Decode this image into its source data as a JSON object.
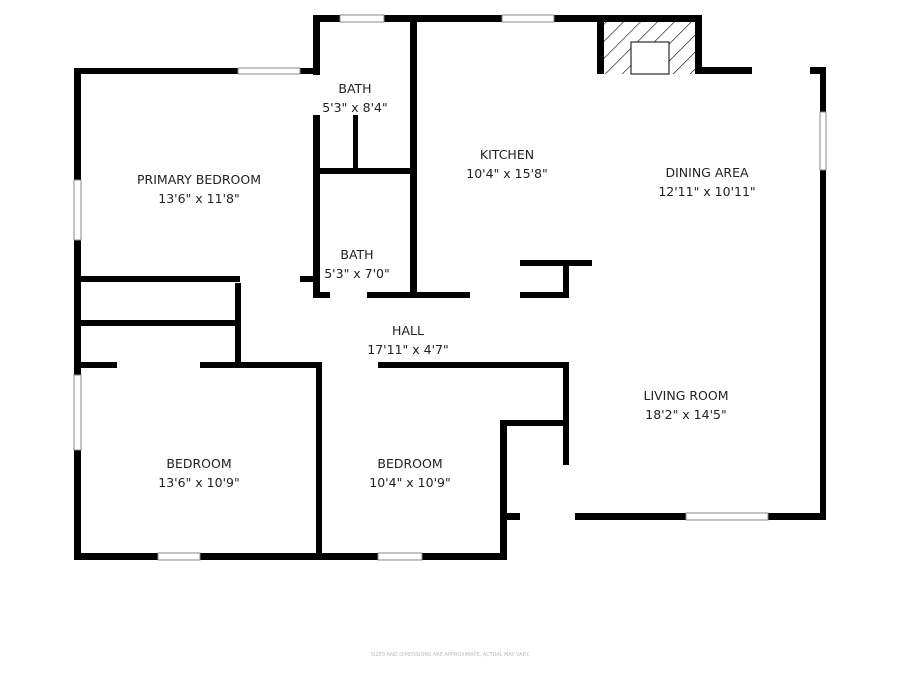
{
  "rooms": [
    {
      "name": "PRIMARY BEDROOM",
      "size": "13'6\" x 11'8\""
    },
    {
      "name": "BATH",
      "size": "5'3\" x 8'4\""
    },
    {
      "name": "BATH",
      "size": "5'3\" x 7'0\""
    },
    {
      "name": "KITCHEN",
      "size": "10'4\" x 15'8\""
    },
    {
      "name": "DINING AREA",
      "size": "12'11\" x 10'11\""
    },
    {
      "name": "HALL",
      "size": "17'11\" x 4'7\""
    },
    {
      "name": "LIVING ROOM",
      "size": "18'2\" x 14'5\""
    },
    {
      "name": "BEDROOM",
      "size": "13'6\" x 10'9\""
    },
    {
      "name": "BEDROOM",
      "size": "10'4\" x 10'9\""
    }
  ],
  "disclaimer": "SIZES AND DIMENSIONS ARE APPROXIMATE, ACTUAL MAY VARY.",
  "colors": {
    "wall": "#000000",
    "background": "#ffffff"
  }
}
